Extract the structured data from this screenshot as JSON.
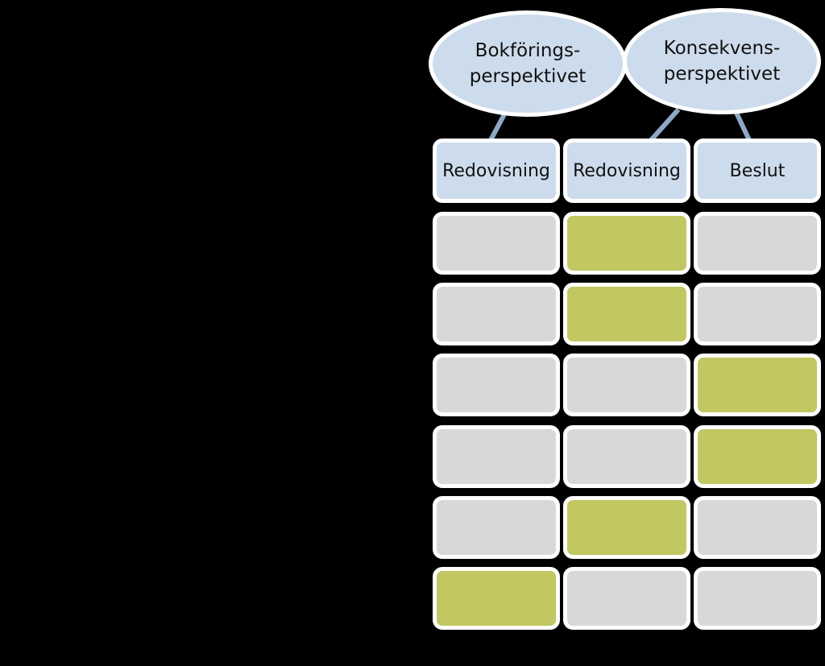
{
  "colors": {
    "background": "#000000",
    "header": "#cddcec",
    "inactive": "#d8d8d8",
    "active": "#c2c761",
    "connector": "#8ea9c6",
    "border": "#ffffff"
  },
  "perspectives": [
    {
      "line1": "Bokförings-",
      "line2": "perspektivet"
    },
    {
      "line1": "Konsekvens-",
      "line2": "perspektivet"
    }
  ],
  "headers": [
    {
      "label": "Redovisning"
    },
    {
      "label": "Redovisning"
    },
    {
      "label": "Beslut"
    }
  ],
  "rows": [
    [
      false,
      true,
      false
    ],
    [
      false,
      true,
      false
    ],
    [
      false,
      false,
      true
    ],
    [
      false,
      false,
      true
    ],
    [
      false,
      true,
      false
    ],
    [
      true,
      false,
      false
    ]
  ]
}
